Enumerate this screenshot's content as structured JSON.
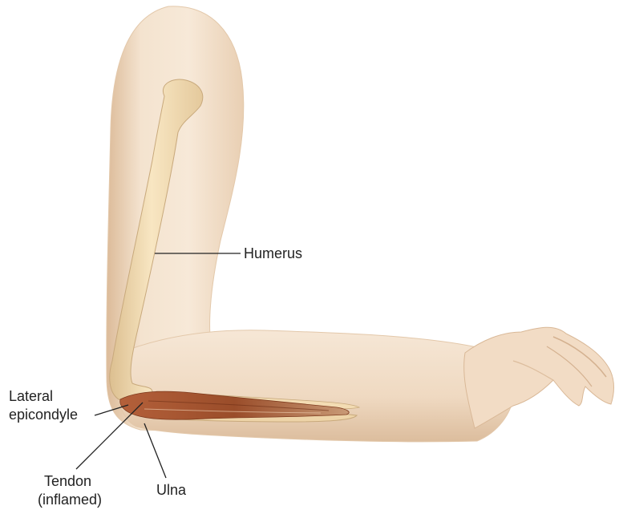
{
  "diagram": {
    "labels": {
      "humerus": "Humerus",
      "lateral": "Lateral",
      "epicondyle": "epicondyle",
      "tendon": "Tendon",
      "inflamed": "(inflamed)",
      "ulna": "Ulna"
    },
    "colors": {
      "skin_light": "#f6e6d3",
      "skin_mid": "#ecd3b8",
      "skin_shadow": "#d9b897",
      "bone": "#f5dfb4",
      "bone_shade": "#dcc092",
      "muscle": "#a4562f",
      "muscle_dark": "#7e3a1d",
      "leader_line": "#222222"
    }
  }
}
